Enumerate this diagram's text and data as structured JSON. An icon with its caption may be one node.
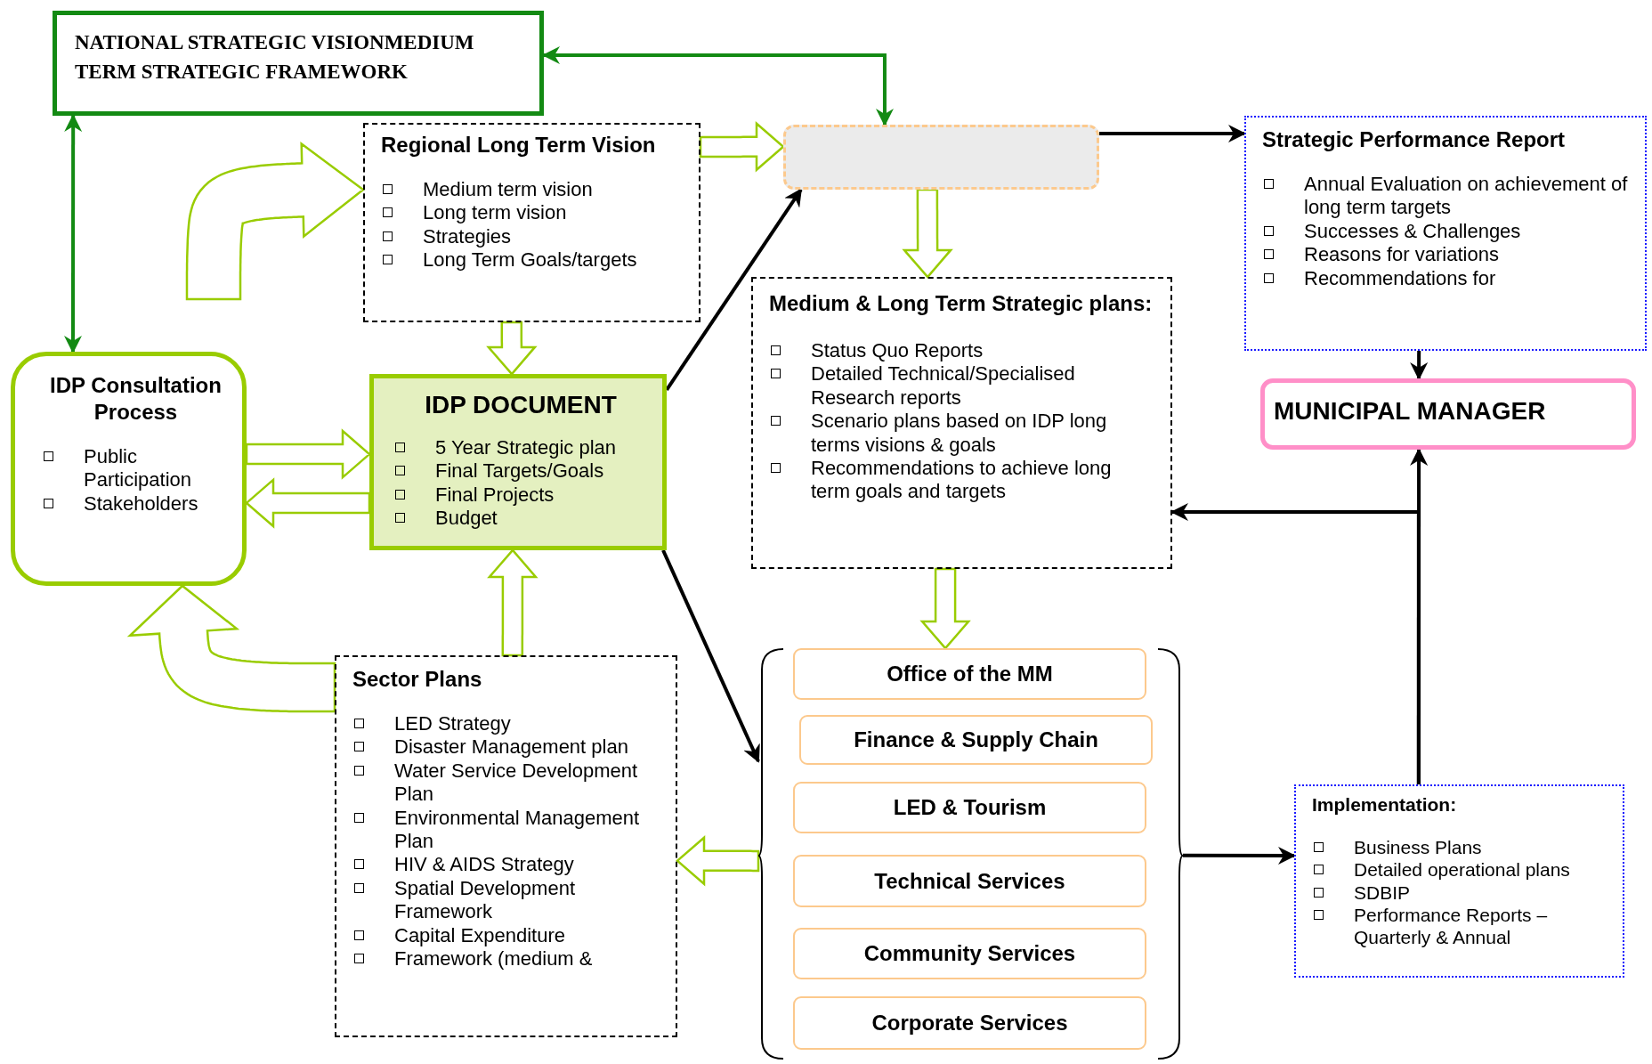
{
  "diagram": {
    "nodes": [
      {
        "text": [
          "NATIONAL STRATEGIC VISIONMEDIUM TERM STRATEGIC FRAMEWORK"
        ]
      },
      {
        "text": [
          "Regional Long Term Vision",
          "Medium term vision",
          "Long term vision",
          "Strategies",
          "Long Term Goals/targets"
        ]
      },
      {
        "text": [],
        "shape": "box"
      },
      {
        "text": [
          "Strategic Performance Report",
          "Annual Evaluation on achievement of long term targets",
          "Successes & Challenges",
          "Reasons for variations",
          "Recommendations for"
        ]
      },
      {
        "text": [
          "IDP Consultation Process",
          "Public Participation",
          "Stakeholders"
        ]
      },
      {
        "text": [
          "IDP DOCUMENT",
          "5 Year Strategic plan",
          "Final Targets/Goals",
          "Final Projects",
          "Budget"
        ]
      },
      {
        "text": [
          "Medium & Long Term Strategic plans:",
          "Status Quo Reports",
          "Detailed Technical/Specialised Research reports",
          "Scenario plans based on IDP long terms visions & goals",
          "Recommendations to achieve long term goals and targets"
        ]
      },
      {
        "text": [
          "MUNICIPAL MANAGER"
        ]
      },
      {
        "text": [
          "Sector Plans",
          "LED Strategy",
          "Disaster Management plan",
          "Water Service Development Plan",
          "Environmental Management Plan",
          "HIV & AIDS Strategy",
          "Spatial Development Framework",
          "Capital Expenditure",
          "Framework (medium &"
        ]
      },
      {
        "text": [],
        "shape": "brace"
      },
      {
        "text": [
          "Office of the MM"
        ],
        "in": 9
      },
      {
        "text": [
          "Finance & Supply Chain"
        ],
        "in": 9
      },
      {
        "text": [
          "LED & Tourism"
        ],
        "in": 9
      },
      {
        "text": [
          "Technical Services"
        ],
        "in": 9
      },
      {
        "text": [
          "Community Services"
        ],
        "in": 9
      },
      {
        "text": [
          "Corporate Services"
        ],
        "in": 9
      },
      {
        "text": [
          "Implementation:",
          "Business Plans",
          "Detailed operational plans",
          "SDBIP",
          "Performance Reports – Quarterly & Annual"
        ]
      }
    ],
    "edges": [
      {
        "from": 0,
        "to": 4,
        "arrow": "both",
        "color": "#138a13"
      },
      {
        "from": 2,
        "to": 0,
        "arrow": "both",
        "color": "#138a13"
      },
      {
        "from": null,
        "to": 1,
        "arrow": "to"
      },
      {
        "from": 1,
        "to": 2,
        "arrow": "to"
      },
      {
        "from": 1,
        "to": 5,
        "arrow": "to"
      },
      {
        "from": 5,
        "to": 2,
        "arrow": "to",
        "color": "#000000"
      },
      {
        "from": 2,
        "to": 6,
        "arrow": "to"
      },
      {
        "from": 2,
        "to": 3,
        "arrow": "to",
        "color": "#000000"
      },
      {
        "from": 4,
        "to": 5,
        "arrow": "to"
      },
      {
        "from": 5,
        "to": 4,
        "arrow": "to"
      },
      {
        "from": 8,
        "to": 5,
        "arrow": "to"
      },
      {
        "from": 8,
        "to": 4,
        "arrow": "to"
      },
      {
        "from": 5,
        "to": 9,
        "arrow": "to",
        "color": "#000000"
      },
      {
        "from": 6,
        "to": 10,
        "arrow": "to"
      },
      {
        "from": 9,
        "to": 8,
        "arrow": "to"
      },
      {
        "from": 9,
        "to": 16,
        "arrow": "to",
        "color": "#000000"
      },
      {
        "from": 16,
        "to": 7,
        "arrow": "to",
        "color": "#000000"
      },
      {
        "from": 16,
        "to": 6,
        "arrow": "to",
        "color": "#000000"
      },
      {
        "from": 3,
        "to": 7,
        "arrow": "to",
        "color": "#000000"
      }
    ]
  }
}
